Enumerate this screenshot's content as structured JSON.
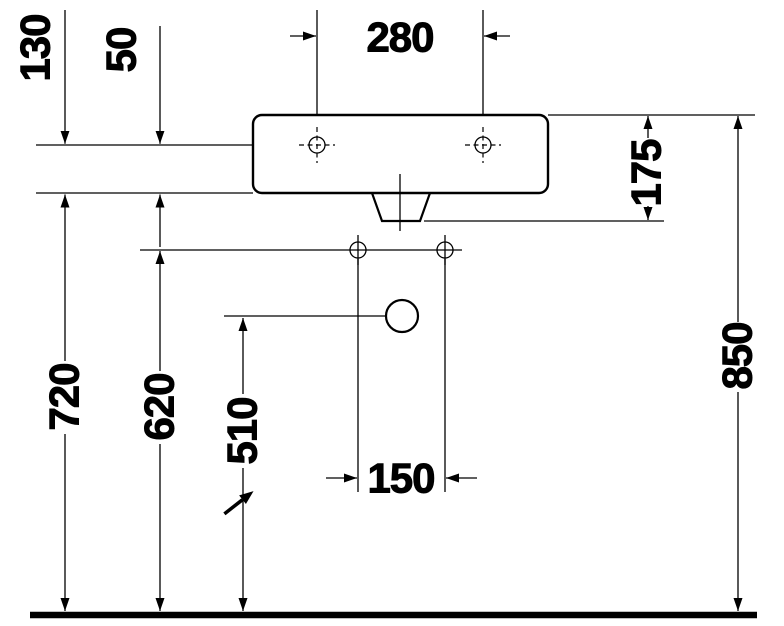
{
  "drawing": {
    "type": "washbasin-installation-dimension-drawing",
    "labels": {
      "tap_hole_distance": "280",
      "top_offset": "130",
      "rim_to_tap_offset": "50",
      "body_depth": "175",
      "rim_height": "850",
      "underside_height": "720",
      "fixing_hole_height": "620",
      "outlet_height": "510",
      "fixing_hole_spacing": "150"
    },
    "colors": {
      "line": "#000000",
      "background": "#ffffff"
    }
  }
}
